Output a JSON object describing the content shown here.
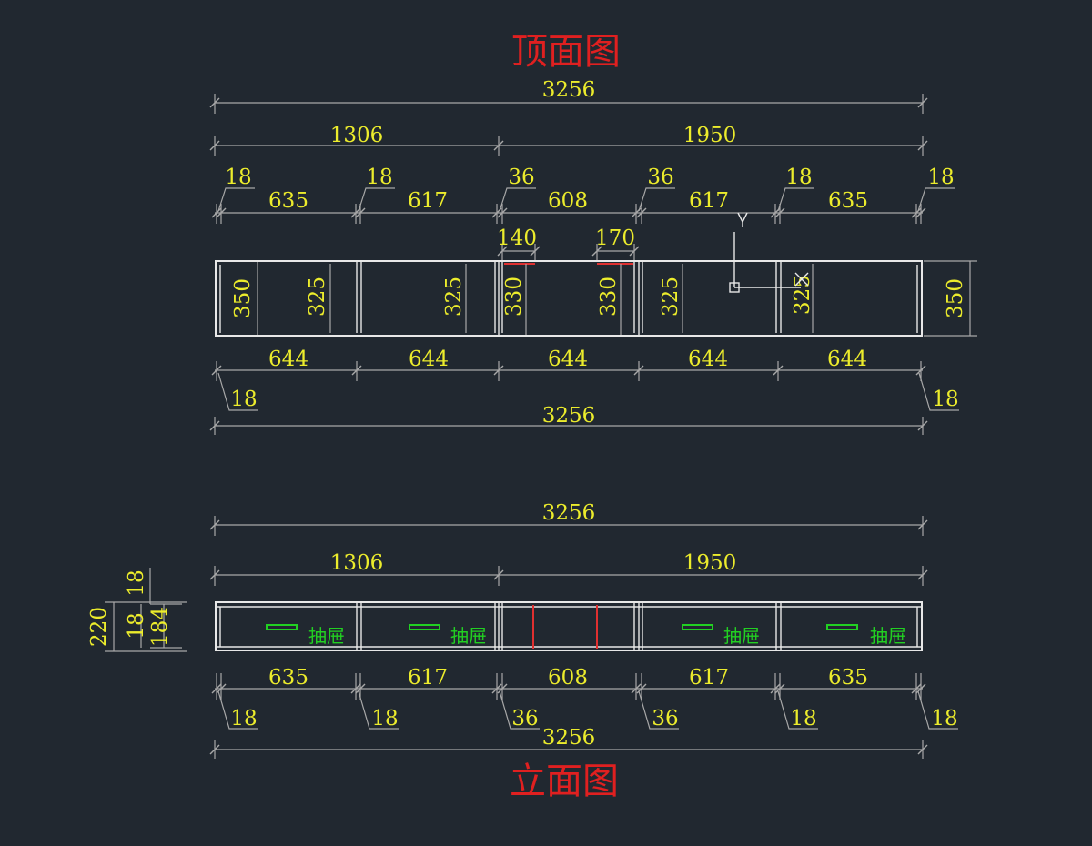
{
  "titles": {
    "top_view": "顶面图",
    "elevation": "立面图"
  },
  "colors": {
    "background": "#212830",
    "dimension_text": "#ecec2c",
    "outline": "#e8e8e8",
    "title": "#e02020",
    "handle": "#22d022",
    "extension": "#a8a8a8"
  },
  "top_view": {
    "overall_width": "3256",
    "left_group": "1306",
    "right_group": "1950",
    "gaps": [
      "18",
      "18",
      "36",
      "36",
      "18",
      "18"
    ],
    "inner_widths": [
      "635",
      "617",
      "608",
      "617",
      "635"
    ],
    "notch_left": "140",
    "notch_right": "170",
    "depths": [
      "350",
      "325",
      "325",
      "330",
      "330",
      "325",
      "325",
      "350"
    ],
    "module_widths": [
      "644",
      "644",
      "644",
      "644",
      "644"
    ],
    "bottom_left_gap": "18",
    "bottom_right_gap": "18",
    "overall_bottom": "3256",
    "ucs": {
      "y_label": "Y",
      "x_label": "X"
    }
  },
  "elevation": {
    "overall_width": "3256",
    "left_group": "1306",
    "right_group": "1950",
    "heights": {
      "total": "220",
      "top_board": "18",
      "bottom_board": "18",
      "inner": "184"
    },
    "drawer_label": "抽屉",
    "inner_widths": [
      "635",
      "617",
      "608",
      "617",
      "635"
    ],
    "gaps": [
      "18",
      "18",
      "36",
      "36",
      "18",
      "18"
    ],
    "overall_bottom": "3256"
  }
}
